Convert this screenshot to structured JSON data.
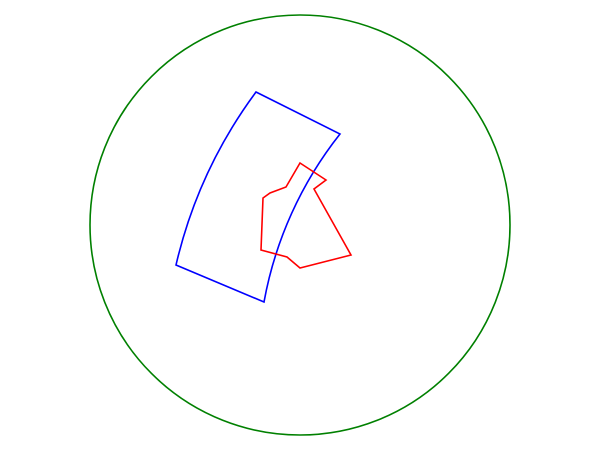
{
  "diagram": {
    "background": "#ffffff",
    "shapes": [
      {
        "kind": "circle",
        "stroke": "#008000"
      },
      {
        "kind": "annular-sector",
        "stroke": "#0000ff"
      },
      {
        "kind": "polygon",
        "stroke": "#ff0000"
      }
    ]
  }
}
